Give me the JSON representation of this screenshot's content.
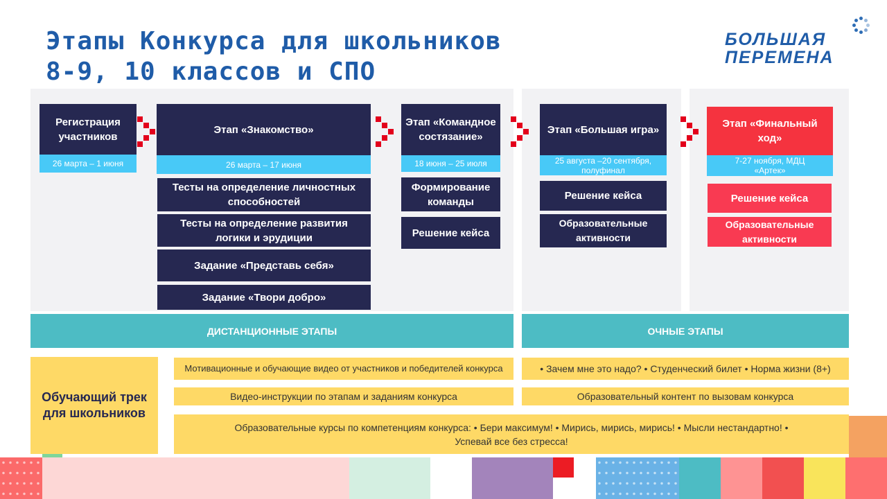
{
  "header": {
    "title_line1": "Этапы Конкурса для школьников",
    "title_line2": "8-9, 10 классов и СПО",
    "logo_line1": "БОЛЬШАЯ",
    "logo_line2": "ПЕРЕМЕНА"
  },
  "stages": {
    "registration": {
      "title": "Регистрация участников",
      "date": "26 марта – 1 июня"
    },
    "znakomstvo": {
      "title": "Этап «Знакомство»",
      "date": "26 марта – 17 июня",
      "items": [
        "Тесты на определение личностных способностей",
        "Тесты на определение развития логики и эрудиции",
        "Задание «Представь себя»",
        "Задание «Твори добро»"
      ]
    },
    "team": {
      "title": "Этап «Командное состязание»",
      "date": "18 июня – 25 июля",
      "items": [
        "Формирование команды",
        "Решение кейса"
      ]
    },
    "biggame": {
      "title": "Этап «Большая игра»",
      "date": "25 августа –20 сентября, полуфинал",
      "items": [
        "Решение кейса",
        "Образовательные активности"
      ]
    },
    "final": {
      "title": "Этап «Финальный ход»",
      "date": "7-27 ноября, МДЦ «Артек»",
      "items": [
        "Решение кейса",
        "Образовательные активности"
      ]
    }
  },
  "bars": {
    "remote": "ДИСТАНЦИОННЫЕ ЭТАПЫ",
    "inperson": "ОЧНЫЕ ЭТАПЫ"
  },
  "track": {
    "label": "Обучающий трек для школьников",
    "remote_rows": [
      "Мотивационные и обучающие видео от участников и победителей конкурса",
      "Видео-инструкции по этапам и заданиям конкурса"
    ],
    "inperson_rows": [
      "• Зачем мне это надо? • Студенческий билет • Норма жизни (8+)",
      "Образовательный контент по вызовам конкурса"
    ],
    "courses": "Образовательные курсы по компетенциям конкурса: • Бери максимум! • Мирись, мирись, мирись! • Мысли нестандартно! • Успевай все без стресса!"
  },
  "colors": {
    "navy": "#262851",
    "cyan": "#48c9f7",
    "teal": "#4dbcc4",
    "red": "#f5333f",
    "yellow": "#fed966"
  }
}
